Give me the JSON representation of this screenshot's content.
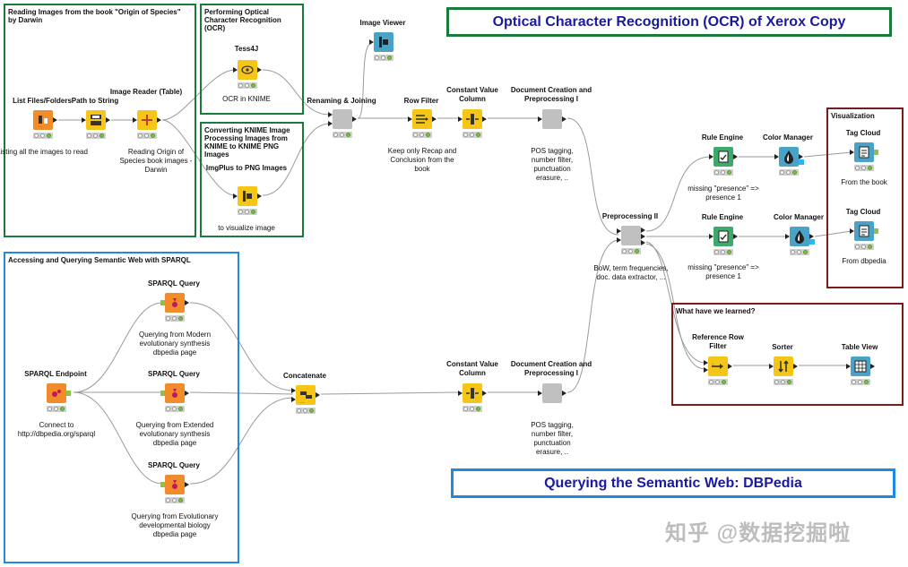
{
  "colors": {
    "green_box": "#1a7a3a",
    "blue_box": "#1e88e5",
    "red_box": "#7a1a1a",
    "banner_text": "#1a1aa0",
    "edge": "#9a9a9a"
  },
  "banners": {
    "top": "Optical Character Recognition (OCR) of Xerox Copy",
    "bottom": "Querying the Semantic Web: DBPedia"
  },
  "groups": {
    "reading": "Reading Images from the book \"Origin of Species\" by Darwin",
    "ocr": "Performing Optical Character Recognition (OCR)",
    "converting": "Converting KNIME Image Processing Images  from KNIME to KNIME PNG Images",
    "sparql": "Accessing and Querying Semantic Web with SPARQL",
    "visualization": "Visualization",
    "learned": "What have we learned?"
  },
  "nodes": {
    "list_files": {
      "title": "List Files/Folders",
      "desc": "Listing all the images to read"
    },
    "path_to_string": {
      "title": "Path to String",
      "desc": ""
    },
    "image_reader": {
      "title": "Image Reader (Table)",
      "desc": "Reading Origin of Species book images - Darwin"
    },
    "tess4j": {
      "title": "Tess4J",
      "desc": "OCR in KNIME"
    },
    "imgplus": {
      "title": "ImgPlus to PNG Images",
      "desc": "to visualize image"
    },
    "image_viewer": {
      "title": "Image Viewer",
      "desc": ""
    },
    "renaming": {
      "title": "Renaming & Joining",
      "desc": ""
    },
    "row_filter": {
      "title": "Row Filter",
      "desc": "Keep only Recap and Conclusion from the book"
    },
    "const_col_1": {
      "title": "Constant Value Column",
      "desc": ""
    },
    "doc_creation_1": {
      "title": "Document Creation and Preprocessing I",
      "desc": "POS tagging, number filter, punctuation erasure, .."
    },
    "preprocessing2": {
      "title": "Preprocessing II",
      "desc": "BoW, term frequencies, doc. data extractor, ..."
    },
    "rule_engine_1": {
      "title": "Rule Engine",
      "desc": "missing \"presence\" => presence 1"
    },
    "color_mgr_1": {
      "title": "Color Manager",
      "desc": ""
    },
    "tag_cloud_1": {
      "title": "Tag Cloud",
      "desc": "From the book"
    },
    "rule_engine_2": {
      "title": "Rule Engine",
      "desc": "missing \"presence\" => presence 1"
    },
    "color_mgr_2": {
      "title": "Color Manager",
      "desc": ""
    },
    "tag_cloud_2": {
      "title": "Tag Cloud",
      "desc": "From dbpedia"
    },
    "sparql_endpoint": {
      "title": "SPARQL Endpoint",
      "desc": "Connect to http://dbpedia.org/sparql"
    },
    "sparql_q1": {
      "title": "SPARQL Query",
      "desc": "Querying from Modern evolutionary synthesis dbpedia page"
    },
    "sparql_q2": {
      "title": "SPARQL Query",
      "desc": "Querying from Extended evolutionary synthesis dbpedia page"
    },
    "sparql_q3": {
      "title": "SPARQL Query",
      "desc": "Querying from Evolutionary developmental biology dbpedia page"
    },
    "concatenate": {
      "title": "Concatenate",
      "desc": ""
    },
    "const_col_2": {
      "title": "Constant Value Column",
      "desc": ""
    },
    "doc_creation_2": {
      "title": "Document Creation and Preprocessing I",
      "desc": "POS tagging, number filter, punctuation erasure, .."
    },
    "ref_row_filter": {
      "title": "Reference Row Filter",
      "desc": ""
    },
    "sorter": {
      "title": "Sorter",
      "desc": ""
    },
    "table_view": {
      "title": "Table View",
      "desc": ""
    }
  },
  "watermark": "知乎 @数据挖掘啦"
}
